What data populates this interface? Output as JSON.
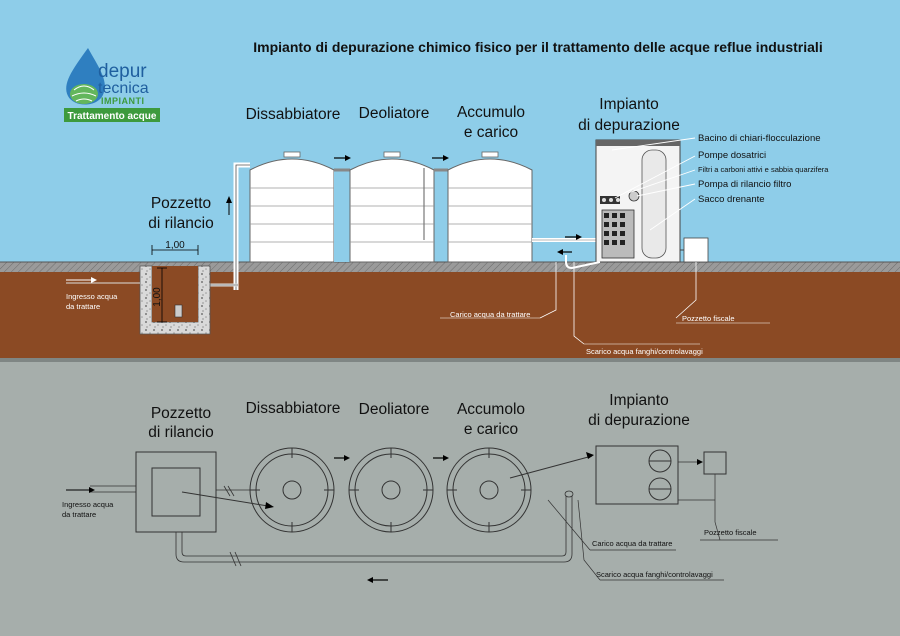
{
  "title": "Impianto di depurazione chimico fisico per il trattamento delle acque reflue industriali",
  "logo": {
    "line1": "depur",
    "line2": "tecnica",
    "line3": "IMPIANTI",
    "tagline": "Trattamento acque"
  },
  "colors": {
    "sky": "#8ecde9",
    "soil": "#8b4a24",
    "ground": "#8e8e8e",
    "plan_bg": "#a6aeab",
    "logo_green": "#3d9a3d",
    "logo_blue": "#1f5f9f"
  },
  "section": {
    "tank1": "Dissabbiatore",
    "tank2": "Deoliatore",
    "tank3_l1": "Accumulo",
    "tank3_l2": "e carico",
    "plant_l1": "Impianto",
    "plant_l2": "di depurazione",
    "well_l1": "Pozzetto",
    "well_l2": "di rilancio",
    "dim_h": "1,00",
    "dim_v": "1,00",
    "inlet_l1": "Ingresso acqua",
    "inlet_l2": "da trattare",
    "callouts": [
      "Bacino di chiari-flocculazione",
      "Pompe dosatrici",
      "Filtri a carboni attivi e sabbia quarzifera",
      "Pompa di rilancio filtro",
      "Sacco drenante"
    ],
    "carico": "Carico acqua da trattare",
    "scarico": "Scarico acqua fanghi/controlavaggi",
    "fiscale": "Pozzetto fiscale"
  },
  "plan": {
    "well_l1": "Pozzetto",
    "well_l2": "di rilancio",
    "tank1": "Dissabbiatore",
    "tank2": "Deoliatore",
    "tank3_l1": "Accumolo",
    "tank3_l2": "e carico",
    "plant_l1": "Impianto",
    "plant_l2": "di depurazione",
    "inlet_l1": "Ingresso acqua",
    "inlet_l2": "da trattare",
    "carico": "Carico acqua da trattare",
    "scarico": "Scarico acqua fanghi/controlavaggi",
    "fiscale": "Pozzetto fiscale"
  }
}
